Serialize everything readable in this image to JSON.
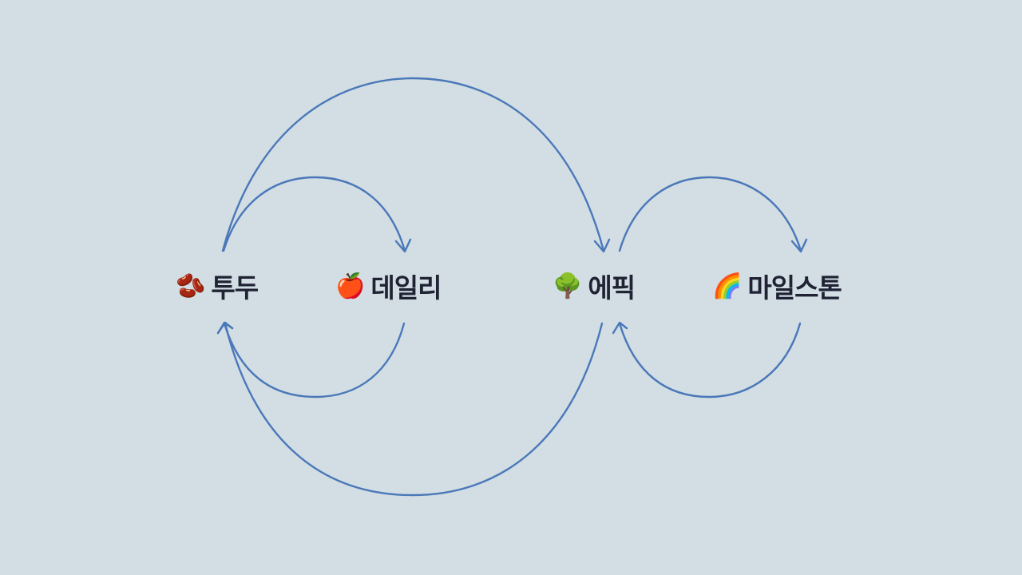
{
  "colors": {
    "background": "#d2dde4",
    "arrow": "#4a78b8",
    "text": "#1f2333"
  },
  "nodes": [
    {
      "id": "todo",
      "label": "투두",
      "emoji": "🫘",
      "icon": "beans-icon"
    },
    {
      "id": "daily",
      "label": "데일리",
      "emoji": "🍎",
      "icon": "apple-icon"
    },
    {
      "id": "epic",
      "label": "에픽",
      "emoji": "🌳",
      "icon": "tree-icon"
    },
    {
      "id": "milestone",
      "label": "마일스톤",
      "emoji": "🌈",
      "icon": "rainbow-icon"
    }
  ],
  "edges": [
    {
      "from": "todo",
      "to": "daily",
      "side": "top"
    },
    {
      "from": "daily",
      "to": "todo",
      "side": "bottom"
    },
    {
      "from": "todo",
      "to": "epic",
      "side": "top"
    },
    {
      "from": "epic",
      "to": "todo",
      "side": "bottom"
    },
    {
      "from": "epic",
      "to": "milestone",
      "side": "top"
    },
    {
      "from": "milestone",
      "to": "epic",
      "side": "bottom"
    }
  ]
}
